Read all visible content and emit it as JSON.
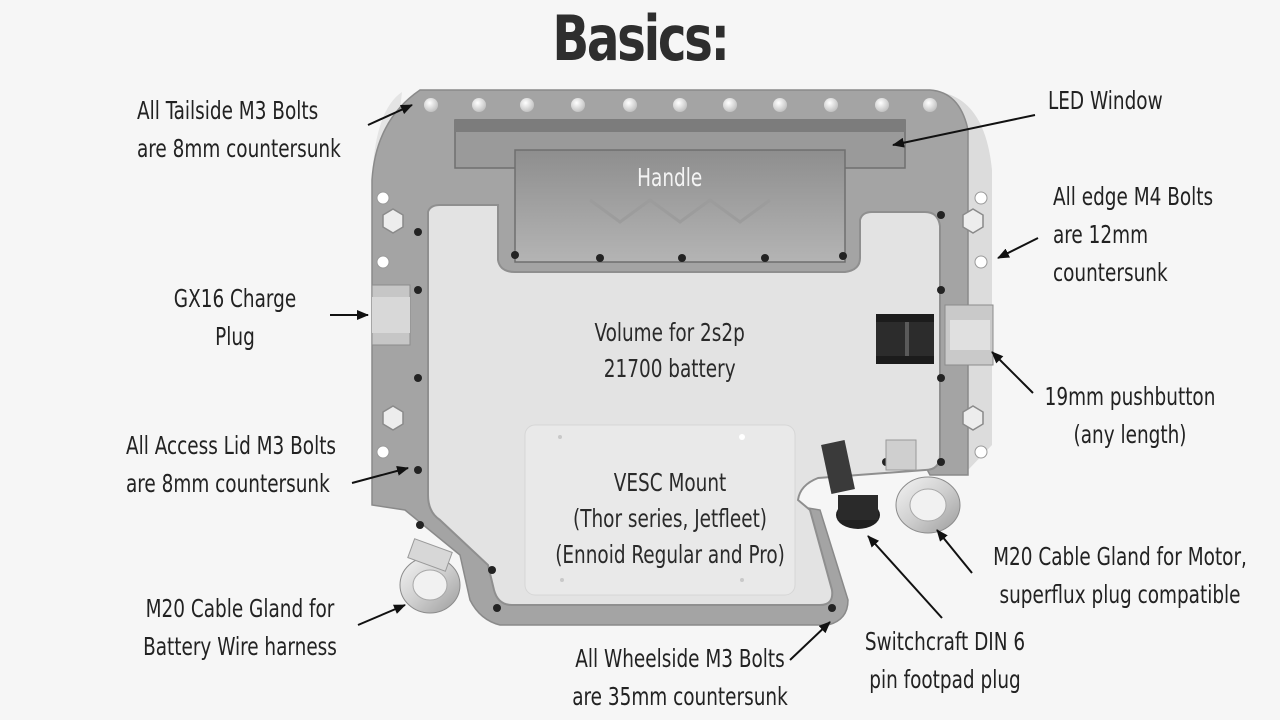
{
  "title": "Basics:",
  "overlays": {
    "handle": "Handle",
    "volume": [
      "Volume for 2s2p",
      "21700 battery"
    ],
    "vesc": [
      "VESC Mount",
      "(Thor series, Jetfleet)",
      "(Ennoid Regular and Pro)"
    ]
  },
  "callouts": {
    "tailside_bolts": [
      "All Tailside M3 Bolts",
      "are 8mm countersunk"
    ],
    "led_window": [
      "LED Window"
    ],
    "edge_bolts": [
      "All edge M4 Bolts",
      "are 12mm",
      "countersunk"
    ],
    "charge_plug": [
      "GX16 Charge",
      "Plug"
    ],
    "pushbutton": [
      "19mm pushbutton",
      "(any length)"
    ],
    "access_lid_bolts": [
      "All Access Lid M3 Bolts",
      "are 8mm countersunk"
    ],
    "gland_motor": [
      "M20 Cable Gland for Motor,",
      "superflux plug compatible"
    ],
    "gland_battery": [
      "M20 Cable Gland for",
      "Battery Wire harness"
    ],
    "wheelside_bolts": [
      "All Wheelside M3 Bolts",
      "are 35mm countersunk"
    ],
    "din_plug": [
      "Switchcraft DIN 6",
      "pin footpad plug"
    ]
  },
  "colors": {
    "housing": "#a3a3a3",
    "lid": "#e2e2e2",
    "bolt": "#232323",
    "arrow": "#111111"
  }
}
